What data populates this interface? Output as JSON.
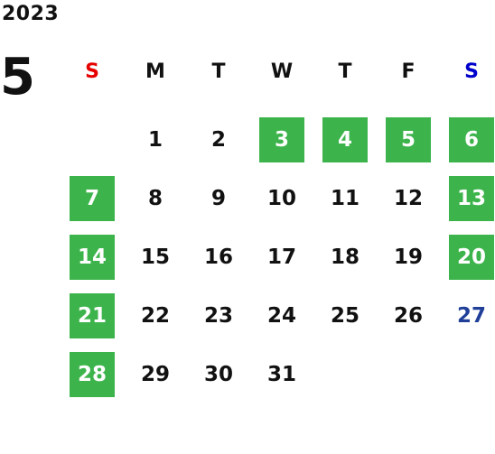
{
  "calendar": {
    "year": "2023",
    "month": "5",
    "weekdays": [
      {
        "label": "S",
        "color": "#e60000"
      },
      {
        "label": "M",
        "color": "#111111"
      },
      {
        "label": "T",
        "color": "#111111"
      },
      {
        "label": "W",
        "color": "#111111"
      },
      {
        "label": "T",
        "color": "#111111"
      },
      {
        "label": "F",
        "color": "#111111"
      },
      {
        "label": "S",
        "color": "#0000cc"
      }
    ],
    "highlight_color": "#3cb44b",
    "weeks": [
      [
        {
          "day": ""
        },
        {
          "day": "1"
        },
        {
          "day": "2"
        },
        {
          "day": "3",
          "highlighted": true
        },
        {
          "day": "4",
          "highlighted": true
        },
        {
          "day": "5",
          "highlighted": true
        },
        {
          "day": "6",
          "highlighted": true
        }
      ],
      [
        {
          "day": "7",
          "highlighted": true
        },
        {
          "day": "8"
        },
        {
          "day": "9"
        },
        {
          "day": "10"
        },
        {
          "day": "11"
        },
        {
          "day": "12"
        },
        {
          "day": "13",
          "highlighted": true
        }
      ],
      [
        {
          "day": "14",
          "highlighted": true
        },
        {
          "day": "15"
        },
        {
          "day": "16"
        },
        {
          "day": "17"
        },
        {
          "day": "18"
        },
        {
          "day": "19"
        },
        {
          "day": "20",
          "highlighted": true
        }
      ],
      [
        {
          "day": "21",
          "highlighted": true
        },
        {
          "day": "22"
        },
        {
          "day": "23"
        },
        {
          "day": "24"
        },
        {
          "day": "25"
        },
        {
          "day": "26"
        },
        {
          "day": "27",
          "text_color": "#1f3f99"
        }
      ],
      [
        {
          "day": "28",
          "highlighted": true
        },
        {
          "day": "29"
        },
        {
          "day": "30"
        },
        {
          "day": "31"
        },
        {
          "day": ""
        },
        {
          "day": ""
        },
        {
          "day": ""
        }
      ]
    ]
  }
}
